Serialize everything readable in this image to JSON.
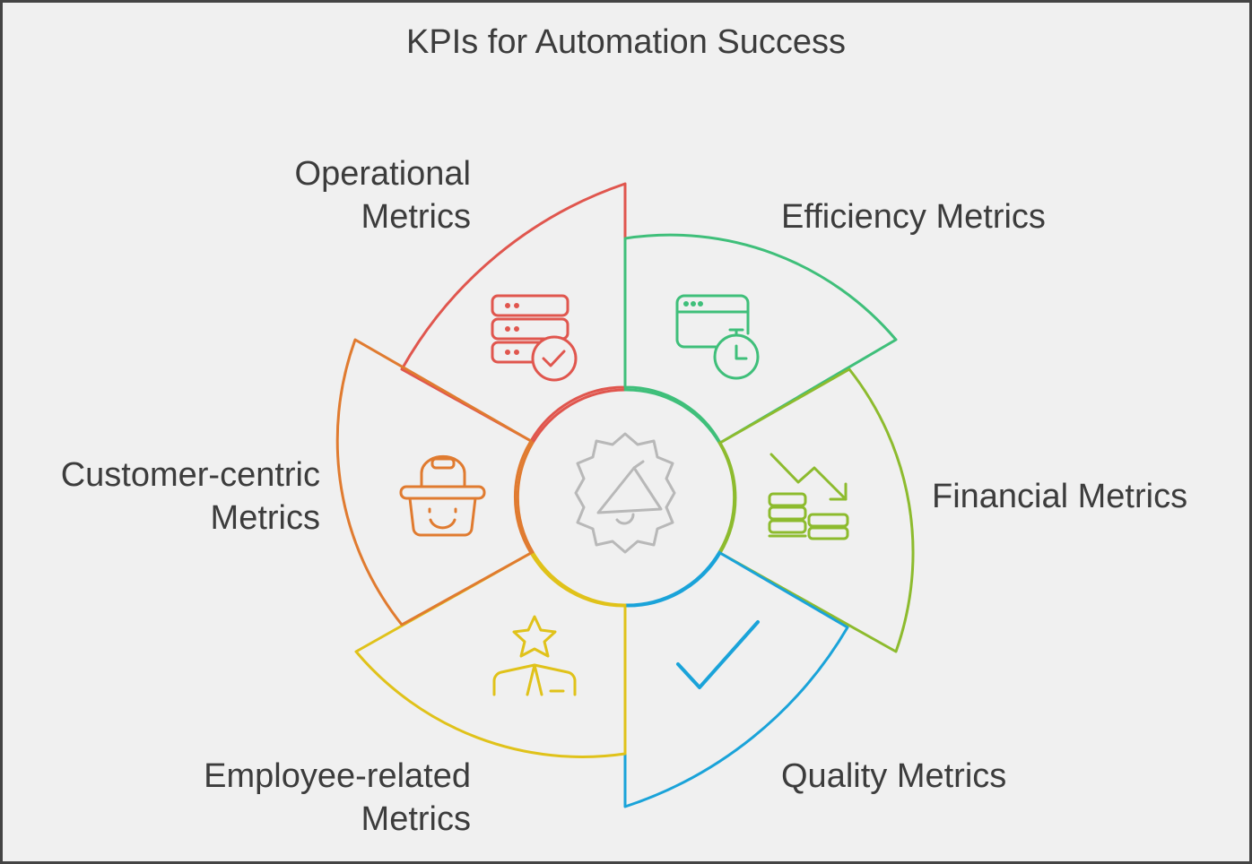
{
  "title": "KPIs for Automation Success",
  "segments": [
    {
      "id": "operational",
      "label_lines": [
        "Operational",
        "Metrics"
      ],
      "color": "#e0564e",
      "icon": "server-check-icon"
    },
    {
      "id": "efficiency",
      "label_lines": [
        "Efficiency Metrics"
      ],
      "color": "#3fbf7a",
      "icon": "browser-stopwatch-icon"
    },
    {
      "id": "financial",
      "label_lines": [
        "Financial Metrics"
      ],
      "color": "#8dbb2e",
      "icon": "coins-down-trend-icon"
    },
    {
      "id": "quality",
      "label_lines": [
        "Quality Metrics"
      ],
      "color": "#1aa3d9",
      "icon": "checkmark-icon"
    },
    {
      "id": "employee",
      "label_lines": [
        "Employee-related",
        "Metrics"
      ],
      "color": "#e0c21a",
      "icon": "person-star-icon"
    },
    {
      "id": "customer",
      "label_lines": [
        "Customer-centric",
        "Metrics"
      ],
      "color": "#e07b30",
      "icon": "smiling-basket-icon"
    }
  ],
  "center": {
    "icon": "gear-megaphone-icon",
    "color": "#b8b8b8"
  }
}
